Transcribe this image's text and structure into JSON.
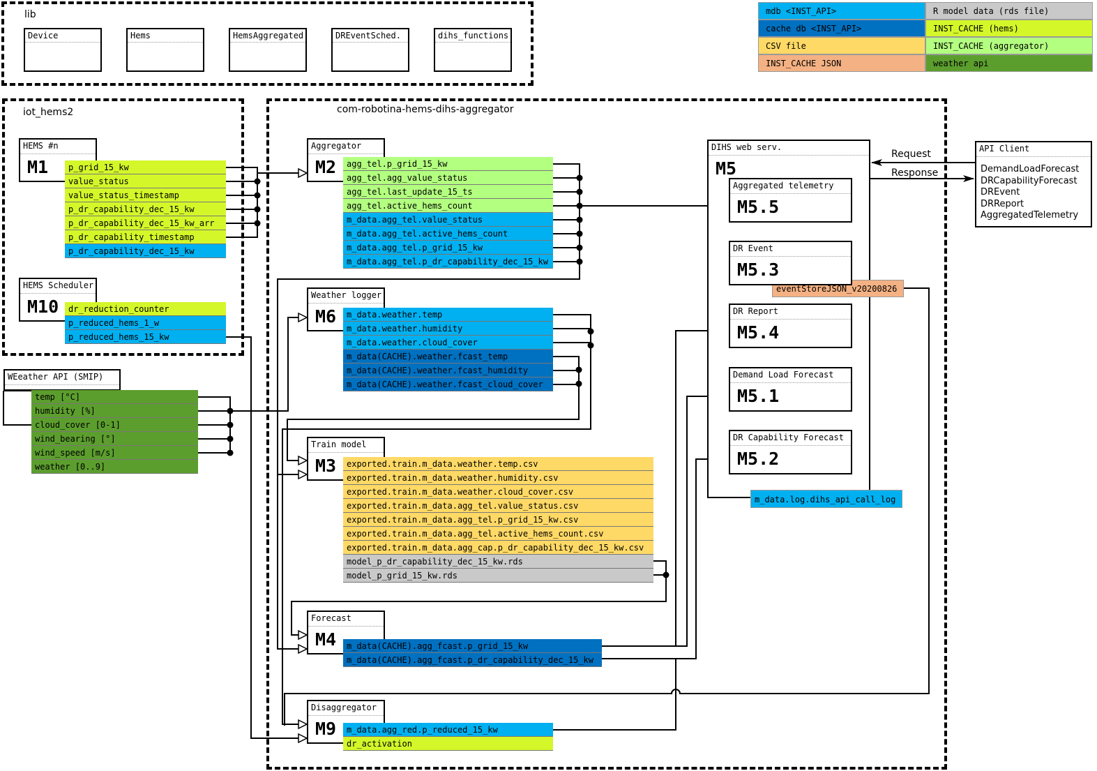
{
  "legend": [
    {
      "label": "mdb <INST_API>",
      "color": "#00b0f0"
    },
    {
      "label": "R model data (rds file)",
      "color": "#c9c9c9"
    },
    {
      "label": "cache db <INST_API>",
      "color": "#0070c0"
    },
    {
      "label": "INST_CACHE (hems)",
      "color": "#d4f72a"
    },
    {
      "label": "CSV file",
      "color": "#ffd966"
    },
    {
      "label": "INST_CACHE (aggregator)",
      "color": "#b3ff80"
    },
    {
      "label": "INST_CACHE JSON",
      "color": "#f4b183"
    },
    {
      "label": "weather api",
      "color": "#5c9e2e"
    }
  ],
  "lib": {
    "title": "lib",
    "items": [
      "Device",
      "Hems",
      "HemsAggregated",
      "DREventSched.",
      "dihs_functions"
    ]
  },
  "groups": {
    "iot": "iot_hems2",
    "aggregator": "com-robotina-hems-dihs-aggregator"
  },
  "modules": {
    "m1": {
      "title": "HEMS #n",
      "id": "M1",
      "rows": [
        [
          "p_grid_15_kw",
          "hems"
        ],
        [
          "value_status",
          "hems"
        ],
        [
          "value_status_timestamp",
          "hems"
        ],
        [
          "p_dr_capability_dec_15_kw",
          "hems"
        ],
        [
          "p_dr_capability_dec_15_kw_arr",
          "hems"
        ],
        [
          "p_dr_capability_timestamp",
          "hems"
        ],
        [
          "p_dr_capability_dec_15_kw",
          "mdb"
        ]
      ]
    },
    "m10": {
      "title": "HEMS Scheduler",
      "id": "M10",
      "rows": [
        [
          "dr_reduction_counter",
          "hems"
        ],
        [
          "p_reduced_hems_1_w",
          "mdb"
        ],
        [
          "p_reduced_hems_15_kw",
          "mdb"
        ]
      ]
    },
    "wapi": {
      "title": "WEeather API (SMIP)",
      "rows": [
        [
          "temp [°C]",
          "weather"
        ],
        [
          "humidity [%]",
          "weather"
        ],
        [
          "cloud_cover [0-1]",
          "weather"
        ],
        [
          "wind_bearing [°]",
          "weather"
        ],
        [
          "wind_speed [m/s]",
          "weather"
        ],
        [
          "weather [0..9]",
          "weather"
        ]
      ]
    },
    "m2": {
      "title": "Aggregator",
      "id": "M2",
      "rows": [
        [
          "agg_tel.p_grid_15_kw",
          "agg"
        ],
        [
          "agg_tel.agg_value_status",
          "agg"
        ],
        [
          "agg_tel.last_update_15_ts",
          "agg"
        ],
        [
          "agg_tel.active_hems_count",
          "agg"
        ],
        [
          "m_data.agg_tel.value_status",
          "mdb"
        ],
        [
          "m_data.agg_tel.active_hems_count",
          "mdb"
        ],
        [
          "m_data.agg_tel.p_grid_15_kw",
          "mdb"
        ],
        [
          "m_data.agg_tel.p_dr_capability_dec_15_kw",
          "mdb"
        ]
      ]
    },
    "m6": {
      "title": "Weather logger",
      "id": "M6",
      "rows": [
        [
          "m_data.weather.temp",
          "mdb"
        ],
        [
          "m_data.weather.humidity",
          "mdb"
        ],
        [
          "m_data.weather.cloud_cover",
          "mdb"
        ],
        [
          "m_data(CACHE).weather.fcast_temp",
          "cache"
        ],
        [
          "m_data(CACHE).weather.fcast_humidity",
          "cache"
        ],
        [
          "m_data(CACHE).weather.fcast_cloud_cover",
          "cache"
        ]
      ]
    },
    "m3": {
      "title": "Train model",
      "id": "M3",
      "rows": [
        [
          "exported.train.m_data.weather.temp.csv",
          "csv"
        ],
        [
          "exported.train.m_data.weather.humidity.csv",
          "csv"
        ],
        [
          "exported.train.m_data.weather.cloud_cover.csv",
          "csv"
        ],
        [
          "exported.train.m_data.agg_tel.value_status.csv",
          "csv"
        ],
        [
          "exported.train.m_data.agg_tel.p_grid_15_kw.csv",
          "csv"
        ],
        [
          "exported.train.m_data.agg_tel.active_hems_count.csv",
          "csv"
        ],
        [
          "exported.train.m_data.agg_cap.p_dr_capability_dec_15_kw.csv",
          "csv"
        ],
        [
          "model_p_dr_capability_dec_15_kw.rds",
          "rds"
        ],
        [
          "model_p_grid_15_kw.rds",
          "rds"
        ]
      ]
    },
    "m4": {
      "title": "Forecast",
      "id": "M4",
      "rows": [
        [
          "m_data(CACHE).agg_fcast.p_grid_15_kw",
          "cache"
        ],
        [
          "m_data(CACHE).agg_fcast.p_dr_capability_dec_15_kw",
          "cache"
        ]
      ]
    },
    "m9": {
      "title": "Disaggregator",
      "id": "M9",
      "rows": [
        [
          "m_data.agg_red.p_reduced_15_kw",
          "mdb"
        ],
        [
          "dr_activation",
          "hems"
        ]
      ]
    }
  },
  "m5": {
    "title": "DIHS web serv.",
    "id": "M5",
    "subs": [
      {
        "title": "Aggregated telemetry",
        "id": "M5.5"
      },
      {
        "title": "DR Event",
        "id": "M5.3"
      },
      {
        "title": "DR Report",
        "id": "M5.4"
      },
      {
        "title": "Demand Load Forecast",
        "id": "M5.1"
      },
      {
        "title": "DR Capability Forecast",
        "id": "M5.2"
      }
    ],
    "event_store": "eventStoreJSON_v20200826",
    "api_log": "m_data.log.dihs_api_call_log"
  },
  "arrows": {
    "request": "Request",
    "response": "Response"
  },
  "api_client": {
    "title": "API Client",
    "items": [
      "DemandLoadForecast",
      "DRCapabilityForecast",
      "DREvent",
      "DRReport",
      "AggregatedTelemetry"
    ]
  }
}
